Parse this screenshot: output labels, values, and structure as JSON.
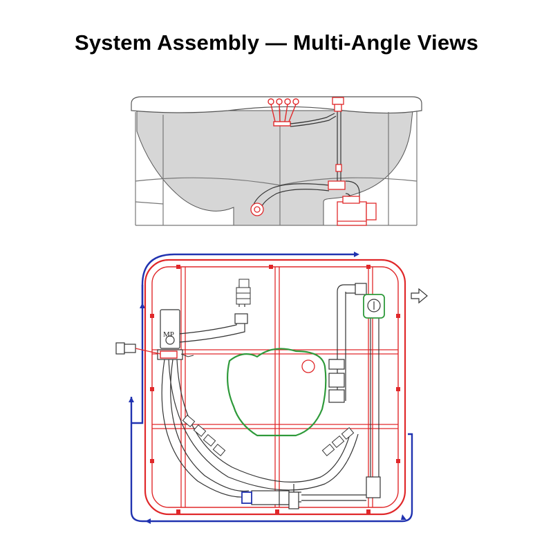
{
  "title": "System Assembly — Multi-Angle Views",
  "top_view": {
    "label": "side-elevation"
  },
  "plan_view": {
    "pump_label": "MP",
    "outlet_arrow_icon": "outline-arrow-right-icon"
  },
  "colors": {
    "frame_red": "#e0282a",
    "perimeter_blue": "#2032b0",
    "skimmer_green": "#2e9a3a",
    "tub_shell": "#d6d6d6",
    "line_dark": "#333333"
  }
}
